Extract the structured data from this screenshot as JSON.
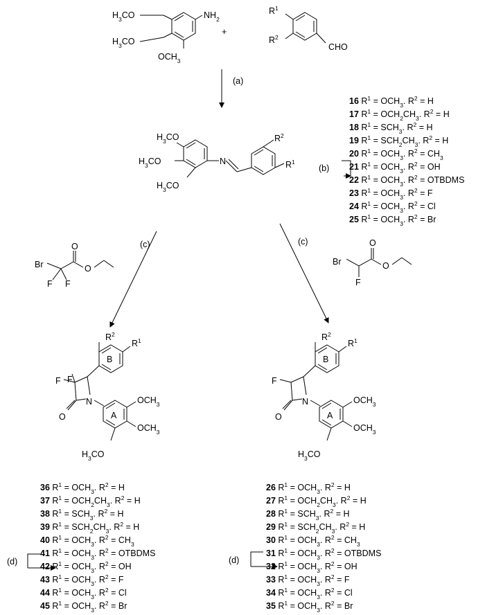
{
  "reactant_amine": {
    "labels": {
      "methoxy_a": "H3CO",
      "methoxy_b": "H3CO",
      "methoxy_c": "OCH3",
      "amine": "NH2"
    }
  },
  "plus_sign": "+",
  "reactant_aldehyde": {
    "labels": {
      "r1": "R1",
      "r2": "R2",
      "cho": "CHO"
    }
  },
  "imine": {
    "labels": {
      "methoxy_a": "H3CO",
      "methoxy_b": "H3CO",
      "methoxy_c": "H3CO",
      "n": "N",
      "r1": "R1",
      "r2": "R2"
    }
  },
  "conditions": {
    "a": "(a)",
    "b": "(b)",
    "c_left": "(c)",
    "c_right": "(c)",
    "d_left": "(d)",
    "d_right": "(d)"
  },
  "reagent_left": {
    "br": "Br",
    "f1": "F",
    "f2": "F",
    "o1": "O",
    "o2": "O"
  },
  "reagent_right": {
    "br": "Br",
    "f": "F",
    "o1": "O",
    "o2": "O"
  },
  "product_left": {
    "labels": {
      "f1": "F",
      "f2": "F",
      "o": "O",
      "n": "N",
      "ring_a": "A",
      "ring_b": "B",
      "r1": "R1",
      "r2": "R2",
      "methoxy_a": "OCH3",
      "methoxy_b": "OCH3",
      "methoxy_c": "H3CO"
    }
  },
  "product_right": {
    "labels": {
      "f": "F",
      "o": "O",
      "n": "N",
      "ring_a": "A",
      "ring_b": "B",
      "r1": "R1",
      "r2": "R2",
      "methoxy_a": "OCH3",
      "methoxy_b": "OCH3",
      "methoxy_c": "H3CO"
    }
  },
  "compound_lists": {
    "imines": [
      {
        "num": "16",
        "r1": "OCH3",
        "r2": "H"
      },
      {
        "num": "17",
        "r1": "OCH2CH3",
        "r2": "H"
      },
      {
        "num": "18",
        "r1": "SCH3",
        "r2": "H"
      },
      {
        "num": "19",
        "r1": "SCH2CH3",
        "r2": "H"
      },
      {
        "num": "20",
        "r1": "OCH3",
        "r2": "CH3"
      },
      {
        "num": "21",
        "r1": "OCH3",
        "r2": "OH"
      },
      {
        "num": "22",
        "r1": "OCH3",
        "r2": "OTBDMS"
      },
      {
        "num": "23",
        "r1": "OCH3",
        "r2": "F"
      },
      {
        "num": "24",
        "r1": "OCH3",
        "r2": "Cl"
      },
      {
        "num": "25",
        "r1": "OCH3",
        "r2": "Br"
      }
    ],
    "difluoro": [
      {
        "num": "36",
        "r1": "OCH3",
        "r2": "H"
      },
      {
        "num": "37",
        "r1": "OCH2CH3",
        "r2": "H"
      },
      {
        "num": "38",
        "r1": "SCH3",
        "r2": "H"
      },
      {
        "num": "39",
        "r1": "SCH2CH3",
        "r2": "H"
      },
      {
        "num": "40",
        "r1": "OCH3",
        "r2": "CH3"
      },
      {
        "num": "41",
        "r1": "OCH3",
        "r2": "OTBDMS"
      },
      {
        "num": "42",
        "r1": "OCH3",
        "r2": "OH"
      },
      {
        "num": "43",
        "r1": "OCH3",
        "r2": "F"
      },
      {
        "num": "44",
        "r1": "OCH3",
        "r2": "Cl"
      },
      {
        "num": "45",
        "r1": "OCH3",
        "r2": "Br"
      }
    ],
    "monofluoro": [
      {
        "num": "26",
        "r1": "OCH3",
        "r2": "H"
      },
      {
        "num": "27",
        "r1": "OCH2CH3",
        "r2": "H"
      },
      {
        "num": "28",
        "r1": "SCH3",
        "r2": "H"
      },
      {
        "num": "29",
        "r1": "SCH2CH3",
        "r2": "H"
      },
      {
        "num": "30",
        "r1": "OCH3",
        "r2": "CH3"
      },
      {
        "num": "31",
        "r1": "OCH3",
        "r2": "OTBDMS"
      },
      {
        "num": "32",
        "r1": "OCH3",
        "r2": "OH"
      },
      {
        "num": "33",
        "r1": "OCH3",
        "r2": "F"
      },
      {
        "num": "34",
        "r1": "OCH3",
        "r2": "Cl"
      },
      {
        "num": "35",
        "r1": "OCH3",
        "r2": "Br"
      }
    ]
  }
}
